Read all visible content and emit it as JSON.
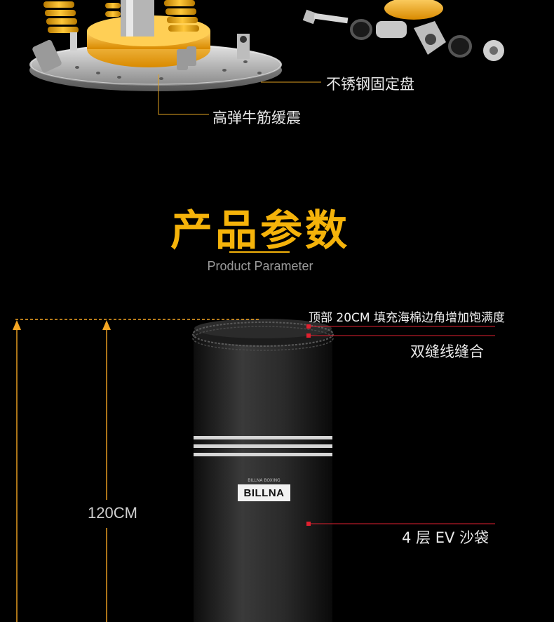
{
  "callouts": {
    "plate": "不锈钢固定盘",
    "shock": "高弹牛筋缓震"
  },
  "section": {
    "title": "产品参数",
    "subtitle": "Product Parameter"
  },
  "specs": {
    "top_fill": "顶部 20CM 填充海棉边角增加饱满度",
    "seam": "双缝线缝合",
    "layers": "4 层 EV 沙袋",
    "height": "120CM"
  },
  "brand": {
    "name": "BILLNA",
    "tag": "BILLNA BOXING"
  },
  "colors": {
    "accent": "#f5b30a",
    "marker": "#e0202f",
    "background": "#000000"
  }
}
